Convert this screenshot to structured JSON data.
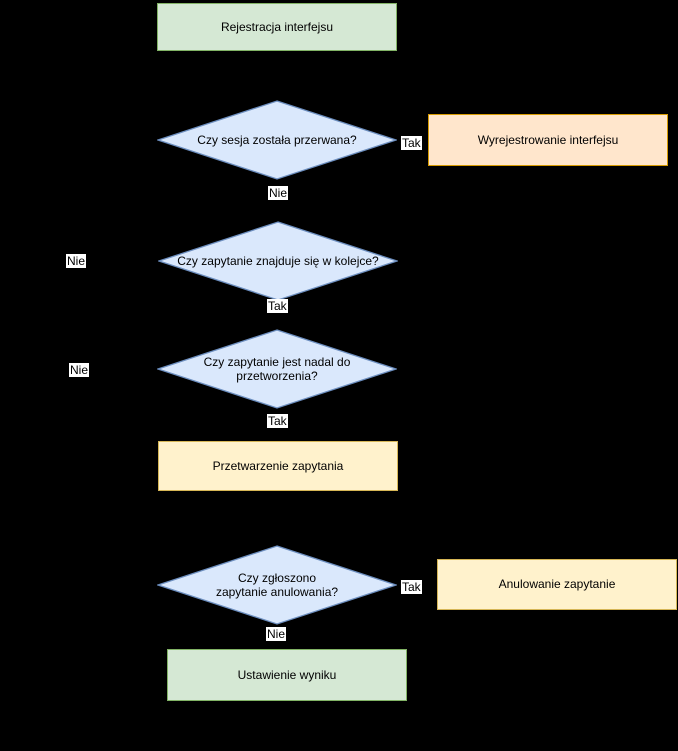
{
  "diagram": {
    "background_color": "#000000",
    "palette": {
      "process_green_fill": "#d5e8d4",
      "process_green_stroke": "#82b366",
      "decision_blue_fill": "#dae8fc",
      "decision_blue_stroke": "#6c8ebf",
      "process_orange_fill": "#ffe6cc",
      "process_orange_stroke": "#d79b00",
      "process_yellow_fill": "#fff2cc",
      "process_yellow_stroke": "#d6b656",
      "edge_label_background": "#ffffff",
      "text_color": "#000000"
    },
    "nodes": {
      "start": {
        "type": "process",
        "label": "Rejestracja interfejsu"
      },
      "session_check": {
        "type": "decision",
        "label": "Czy sesja została przerwana?"
      },
      "unregister": {
        "type": "process",
        "label": "Wyrejestrowanie interfejsu"
      },
      "queue_check": {
        "type": "decision",
        "label": "Czy zapytanie znajduje się w kolejce?"
      },
      "pending_check": {
        "type": "decision",
        "label": "Czy zapytanie jest nadal do\nprzetworzenia?"
      },
      "process_query": {
        "type": "process",
        "label": "Przetwarzenie zapytania"
      },
      "cancel_check": {
        "type": "decision",
        "label": "Czy zgłoszono\nzapytanie anulowania?"
      },
      "cancel_query": {
        "type": "process",
        "label": "Anulowanie zapytanie"
      },
      "set_result": {
        "type": "process",
        "label": "Ustawienie wyniku"
      }
    },
    "edge_labels": [
      {
        "id": "session-tak",
        "label": "Tak"
      },
      {
        "id": "session-nie",
        "label": "Nie"
      },
      {
        "id": "queue-nie",
        "label": "Nie"
      },
      {
        "id": "queue-tak",
        "label": "Tak"
      },
      {
        "id": "pending-nie",
        "label": "Nie"
      },
      {
        "id": "pending-tak",
        "label": "Tak"
      },
      {
        "id": "cancel-tak",
        "label": "Tak"
      },
      {
        "id": "cancel-nie",
        "label": "Nie"
      }
    ]
  }
}
